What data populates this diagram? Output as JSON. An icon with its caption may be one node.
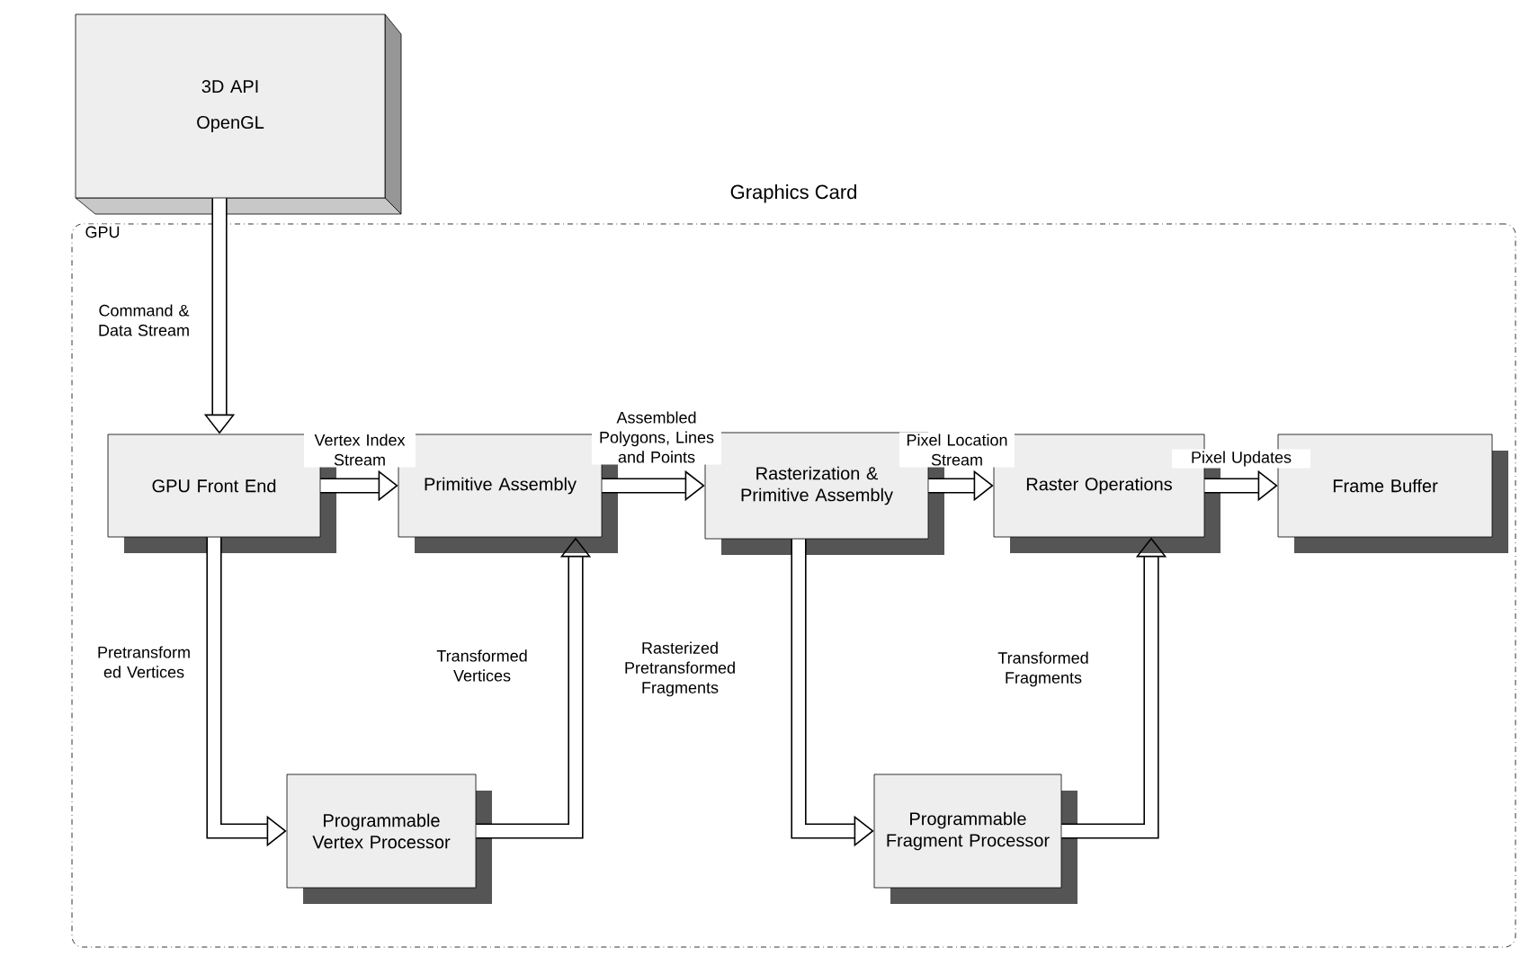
{
  "diagram": {
    "nodes": [
      {
        "text": [
          "Graphics Card"
        ]
      },
      {
        "text": [
          "3D API",
          "OpenGL"
        ]
      },
      {
        "text": [
          "GPU  Front End"
        ],
        "in": 0
      },
      {
        "text": [
          "Primitive Assembly"
        ],
        "in": 0
      },
      {
        "text": [
          "Rasterization & Primitive Assembly"
        ],
        "in": 0
      },
      {
        "text": [
          "Raster Operations"
        ],
        "in": 0
      },
      {
        "text": [
          "Frame Buffer"
        ],
        "in": 0
      },
      {
        "text": [
          "Programmable Vertex Processor"
        ],
        "in": 0
      },
      {
        "text": [
          "Programmable Fragment Processor"
        ],
        "in": 0
      }
    ],
    "edges": [
      {
        "from": 1,
        "to": 2,
        "arrow": "to",
        "label": "Command & Data Stream"
      },
      {
        "from": 2,
        "to": 3,
        "arrow": "to",
        "label": "Vertex Index Stream"
      },
      {
        "from": 3,
        "to": 4,
        "arrow": "to",
        "label": "Assembled Polygons, Lines and Points"
      },
      {
        "from": 4,
        "to": 5,
        "arrow": "to",
        "label": "Pixel Location Stream"
      },
      {
        "from": 5,
        "to": 6,
        "arrow": "to",
        "label": "Pixel Updates"
      },
      {
        "from": 2,
        "to": 7,
        "arrow": "to",
        "label": "Pretransform ed Vertices"
      },
      {
        "from": 7,
        "to": 3,
        "arrow": "to",
        "label": "Transformed Vertices"
      },
      {
        "from": 4,
        "to": 8,
        "arrow": "to",
        "label": "Rasterized Pretransformed Fragments"
      },
      {
        "from": 8,
        "to": 5,
        "arrow": "to",
        "label": "Transformed Fragments"
      }
    ],
    "labels": [
      "GPU"
    ]
  }
}
